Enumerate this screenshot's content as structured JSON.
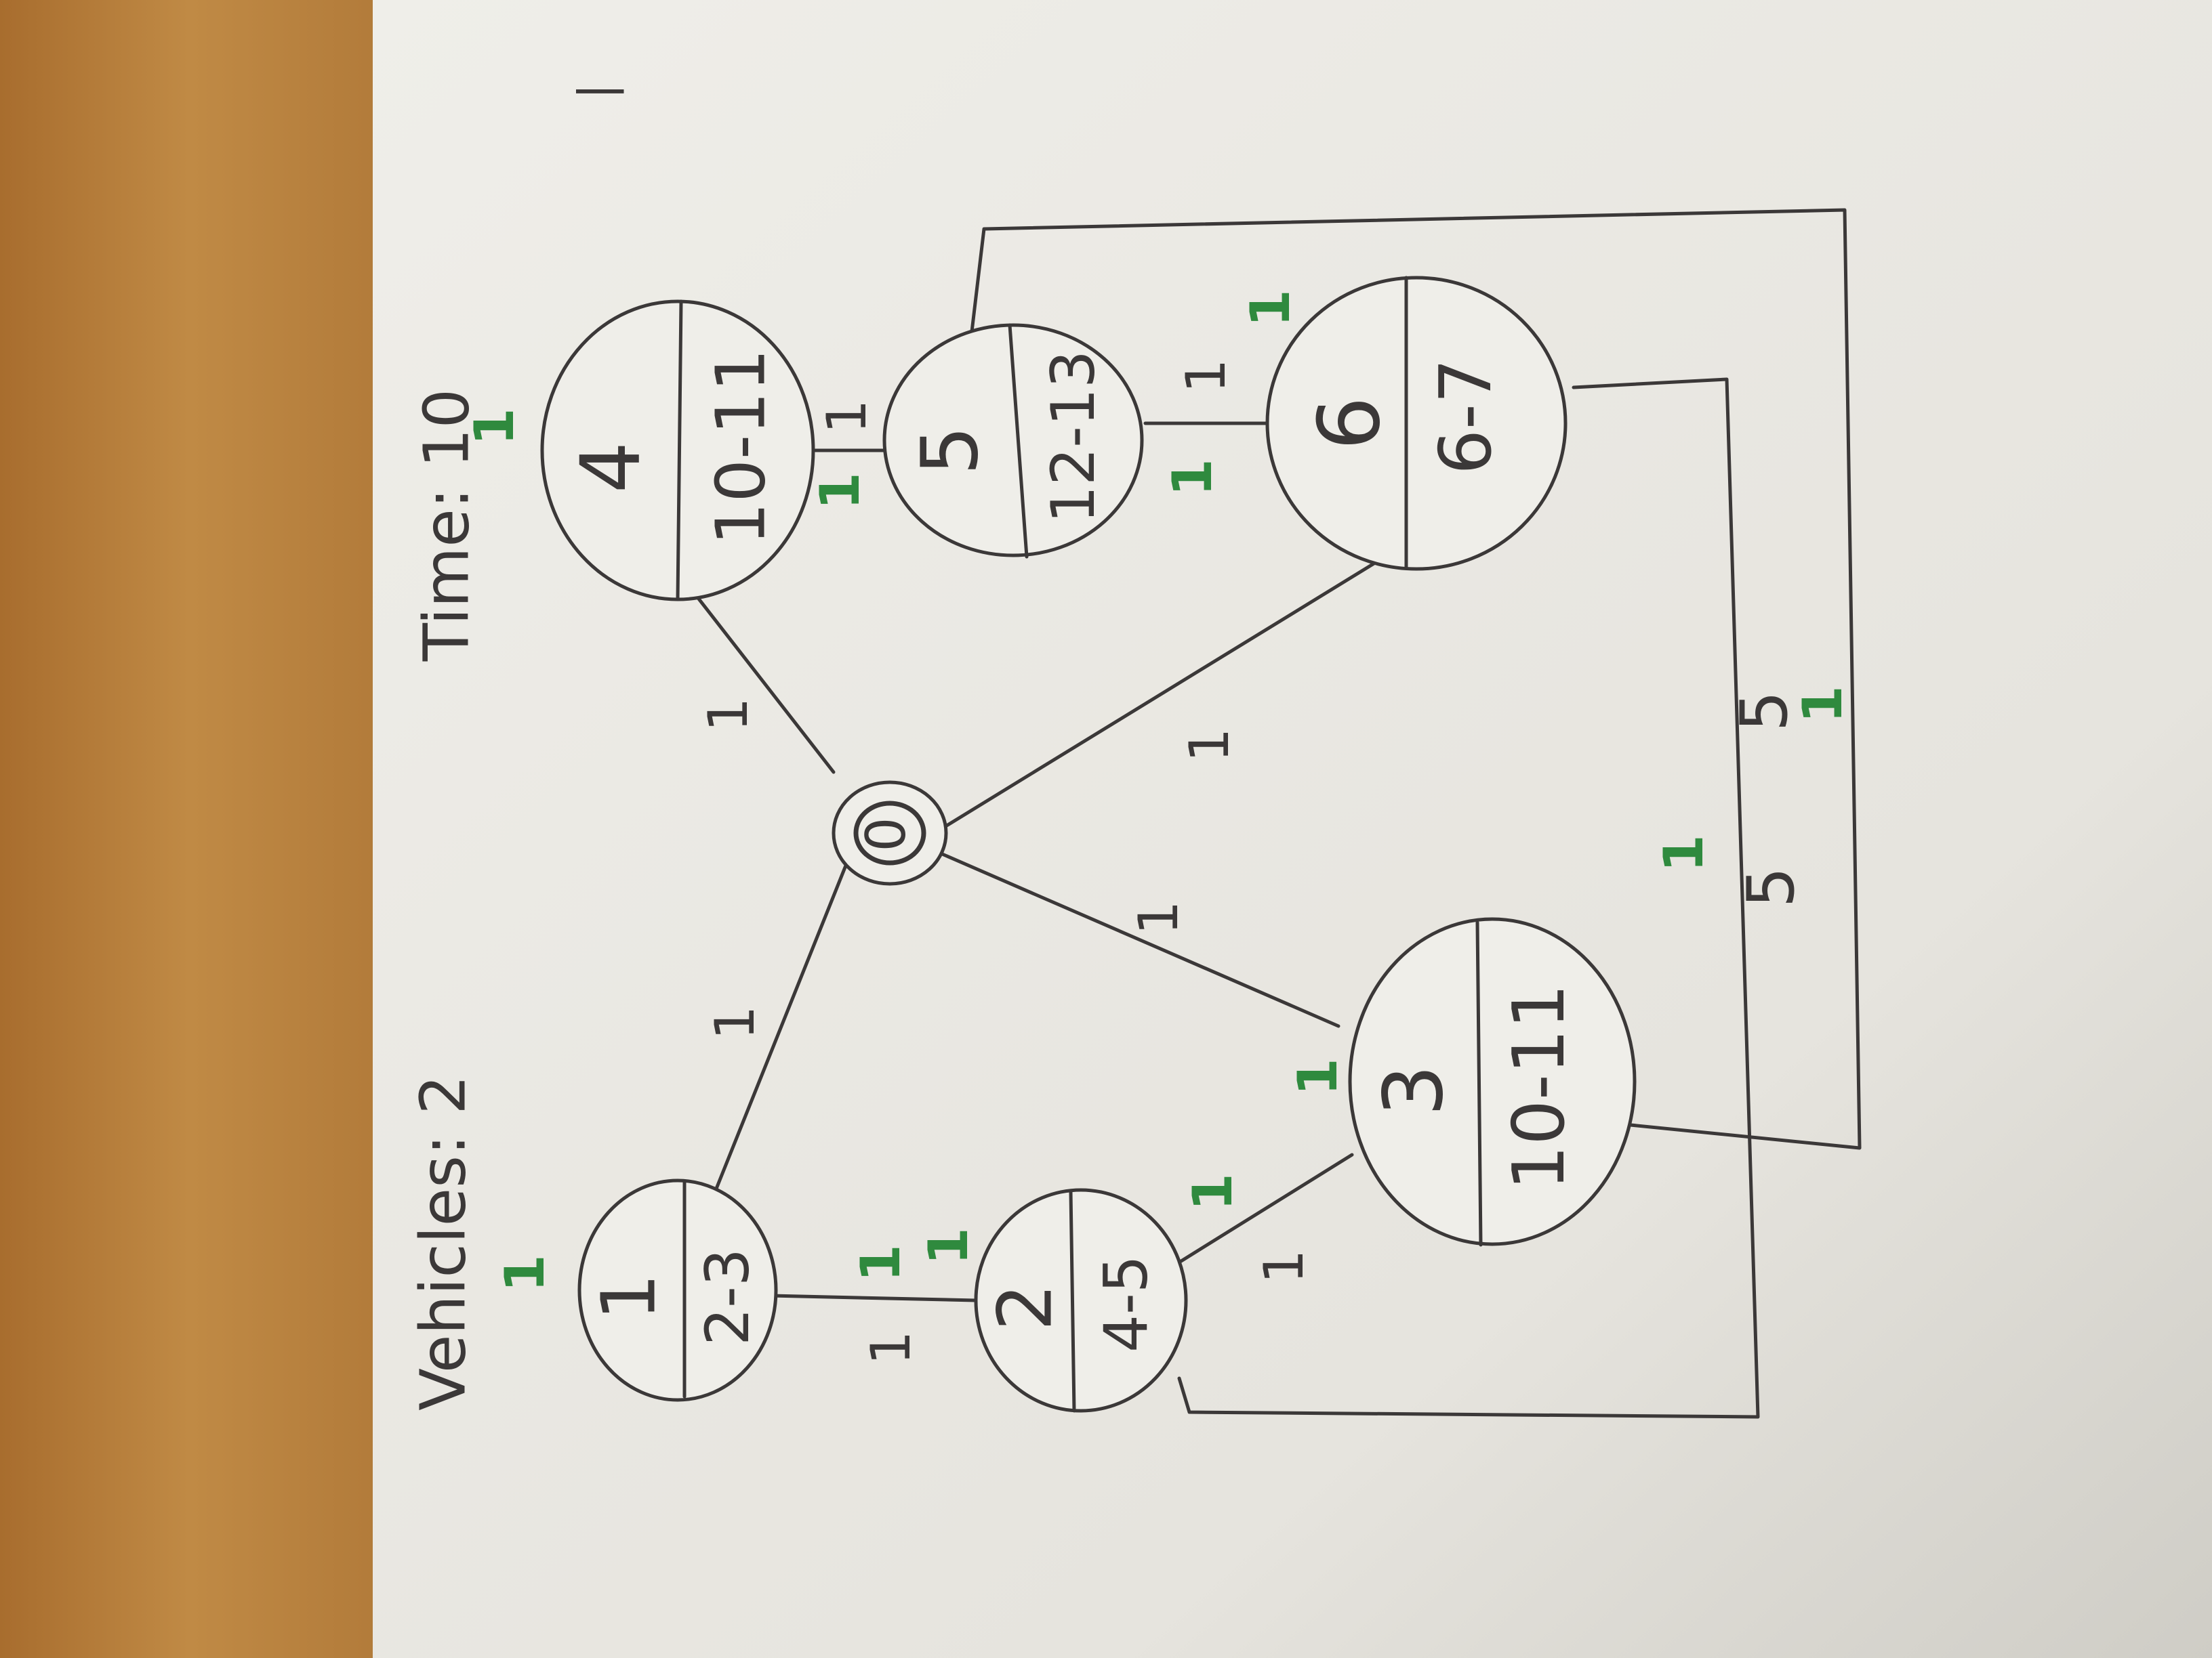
{
  "labels": {
    "vehicles": "Vehicles: 2",
    "time": "Time: 10",
    "corner_mark": "|"
  },
  "depot": {
    "label": "0"
  },
  "nodes": [
    {
      "id": "1",
      "window": "2-3"
    },
    {
      "id": "2",
      "window": "4-5"
    },
    {
      "id": "3",
      "window": "10-11"
    },
    {
      "id": "4",
      "window": "10-11"
    },
    {
      "id": "5",
      "window": "12-13"
    },
    {
      "id": "6",
      "window": "6-7"
    }
  ],
  "edge_weights": {
    "depot_1": "1",
    "depot_3": "1",
    "depot_4": "1",
    "depot_6": "1",
    "n1_n2": "1",
    "n2_n3": "1",
    "n4_n5": "1",
    "n5_n6": "1",
    "n3_n4_route": "5",
    "n6_n2_route": "5"
  },
  "green_marks": {
    "vehicles": "1",
    "time": "1",
    "n1_n2": "1",
    "n2_left": "1",
    "n2_n3": "1",
    "n3": "1",
    "n4_n5": "1",
    "n5_n6": "1",
    "n6": "1",
    "route_a": "1",
    "route_b": "1"
  },
  "colors": {
    "ink": "#3b3838",
    "green": "#2f8a3e",
    "paper": "#efeee9",
    "table": "#b57f3d"
  }
}
